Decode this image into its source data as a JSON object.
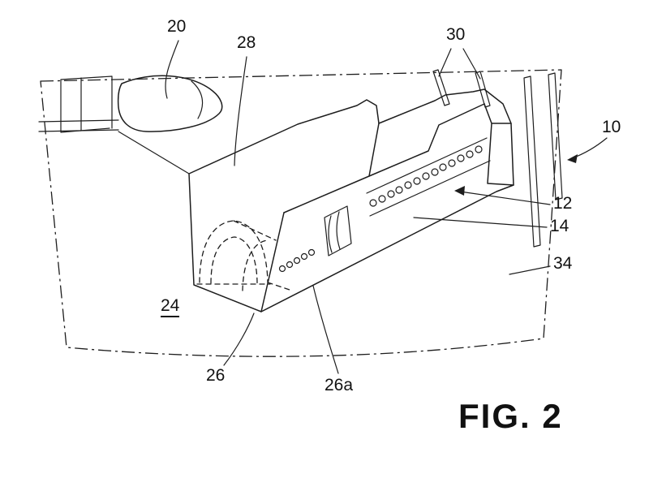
{
  "figure": {
    "caption": "FIG. 2",
    "labels": {
      "ref10": "10",
      "ref12": "12",
      "ref14": "14",
      "ref20": "20",
      "ref24": "24",
      "ref26": "26",
      "ref26a": "26a",
      "ref28": "28",
      "ref30": "30",
      "ref34": "34"
    }
  }
}
